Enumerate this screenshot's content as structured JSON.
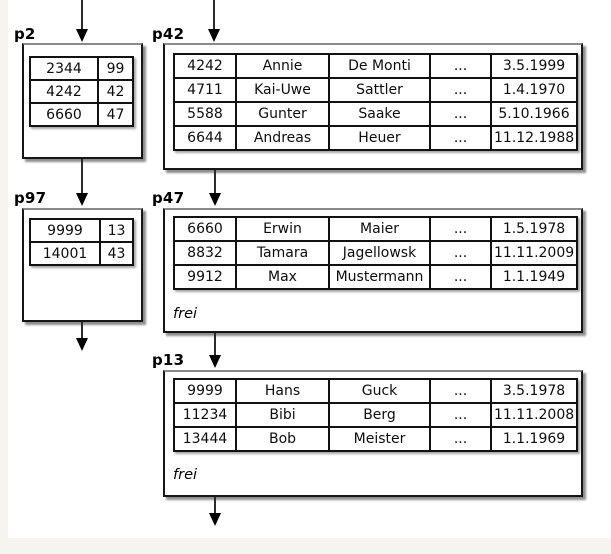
{
  "diagram": {
    "title": "database page chain with index pages and data pages",
    "free_label": "frei",
    "ellipsis": "...",
    "pages": {
      "p2": {
        "label": "p2",
        "kind": "index-page",
        "rows": [
          [
            "2344",
            "99"
          ],
          [
            "4242",
            "42"
          ],
          [
            "6660",
            "47"
          ]
        ]
      },
      "p97": {
        "label": "p97",
        "kind": "index-page",
        "rows": [
          [
            "9999",
            "13"
          ],
          [
            "14001",
            "43"
          ]
        ]
      },
      "p42": {
        "label": "p42",
        "kind": "data-page",
        "rows": [
          [
            "4242",
            "Annie",
            "De Monti",
            "...",
            "3.5.1999"
          ],
          [
            "4711",
            "Kai-Uwe",
            "Sattler",
            "...",
            "1.4.1970"
          ],
          [
            "5588",
            "Gunter",
            "Saake",
            "...",
            "5.10.1966"
          ],
          [
            "6644",
            "Andreas",
            "Heuer",
            "...",
            "11.12.1988"
          ]
        ]
      },
      "p47": {
        "label": "p47",
        "kind": "data-page",
        "rows": [
          [
            "6660",
            "Erwin",
            "Maier",
            "...",
            "1.5.1978"
          ],
          [
            "8832",
            "Tamara",
            "Jagellowsk",
            "...",
            "11.11.2009"
          ],
          [
            "9912",
            "Max",
            "Mustermann",
            "...",
            "1.1.1949"
          ]
        ],
        "free": "frei"
      },
      "p13": {
        "label": "p13",
        "kind": "data-page",
        "rows": [
          [
            "9999",
            "Hans",
            "Guck",
            "...",
            "3.5.1978"
          ],
          [
            "11234",
            "Bibi",
            "Berg",
            "...",
            "11.11.2008"
          ],
          [
            "13444",
            "Bob",
            "Meister",
            "...",
            "1.1.1969"
          ]
        ],
        "free": "frei"
      }
    },
    "connections": [
      {
        "from": "offscreen-top",
        "to": "p2"
      },
      {
        "from": "offscreen-top",
        "to": "p42"
      },
      {
        "from": "p2",
        "to": "p97"
      },
      {
        "from": "p42",
        "to": "p47"
      },
      {
        "from": "p97",
        "to": "offscreen-bottom"
      },
      {
        "from": "p47",
        "to": "p13"
      },
      {
        "from": "p13",
        "to": "offscreen-bottom"
      }
    ]
  },
  "colors": {
    "box_border": "#161616",
    "table_border": "#121212",
    "shadow": "rgba(0,0,0,0.45)",
    "background": "#ffffff",
    "page_margin": "#f6f4f1",
    "arrow": "#000000"
  }
}
